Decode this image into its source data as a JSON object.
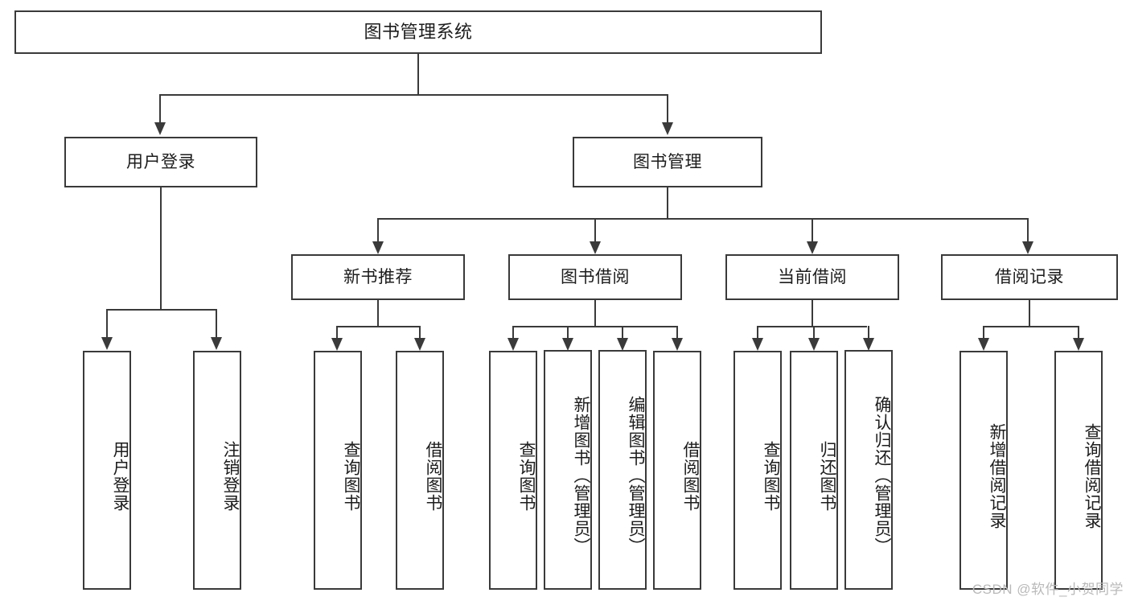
{
  "diagram": {
    "title": "图书管理系统",
    "type": "hierarchy-tree",
    "root": {
      "label": "图书管理系统"
    },
    "level1": [
      {
        "label": "用户登录"
      },
      {
        "label": "图书管理"
      }
    ],
    "level2": [
      {
        "label": "新书推荐"
      },
      {
        "label": "图书借阅"
      },
      {
        "label": "当前借阅"
      },
      {
        "label": "借阅记录"
      }
    ],
    "leaves": {
      "user_login": [
        {
          "label": "用户登录"
        },
        {
          "label": "注销登录"
        }
      ],
      "new_book_recommend": [
        {
          "label": "查询图书"
        },
        {
          "label": "借阅图书"
        }
      ],
      "book_borrow": [
        {
          "label": "查询图书"
        },
        {
          "label": "新增图书（管理员）"
        },
        {
          "label": "编辑图书（管理员）"
        },
        {
          "label": "借阅图书"
        }
      ],
      "current_borrow": [
        {
          "label": "查询图书"
        },
        {
          "label": "归还图书"
        },
        {
          "label": "确认归还（管理员）"
        }
      ],
      "borrow_record": [
        {
          "label": "新增借阅记录"
        },
        {
          "label": "查询借阅记录"
        }
      ]
    }
  },
  "watermark": {
    "text": "CSDN @软件_小贺同学"
  },
  "colors": {
    "stroke": "#3a3a3a",
    "text": "#1c1c1c",
    "background": "#ffffff",
    "watermark": "#b9b9b9"
  }
}
